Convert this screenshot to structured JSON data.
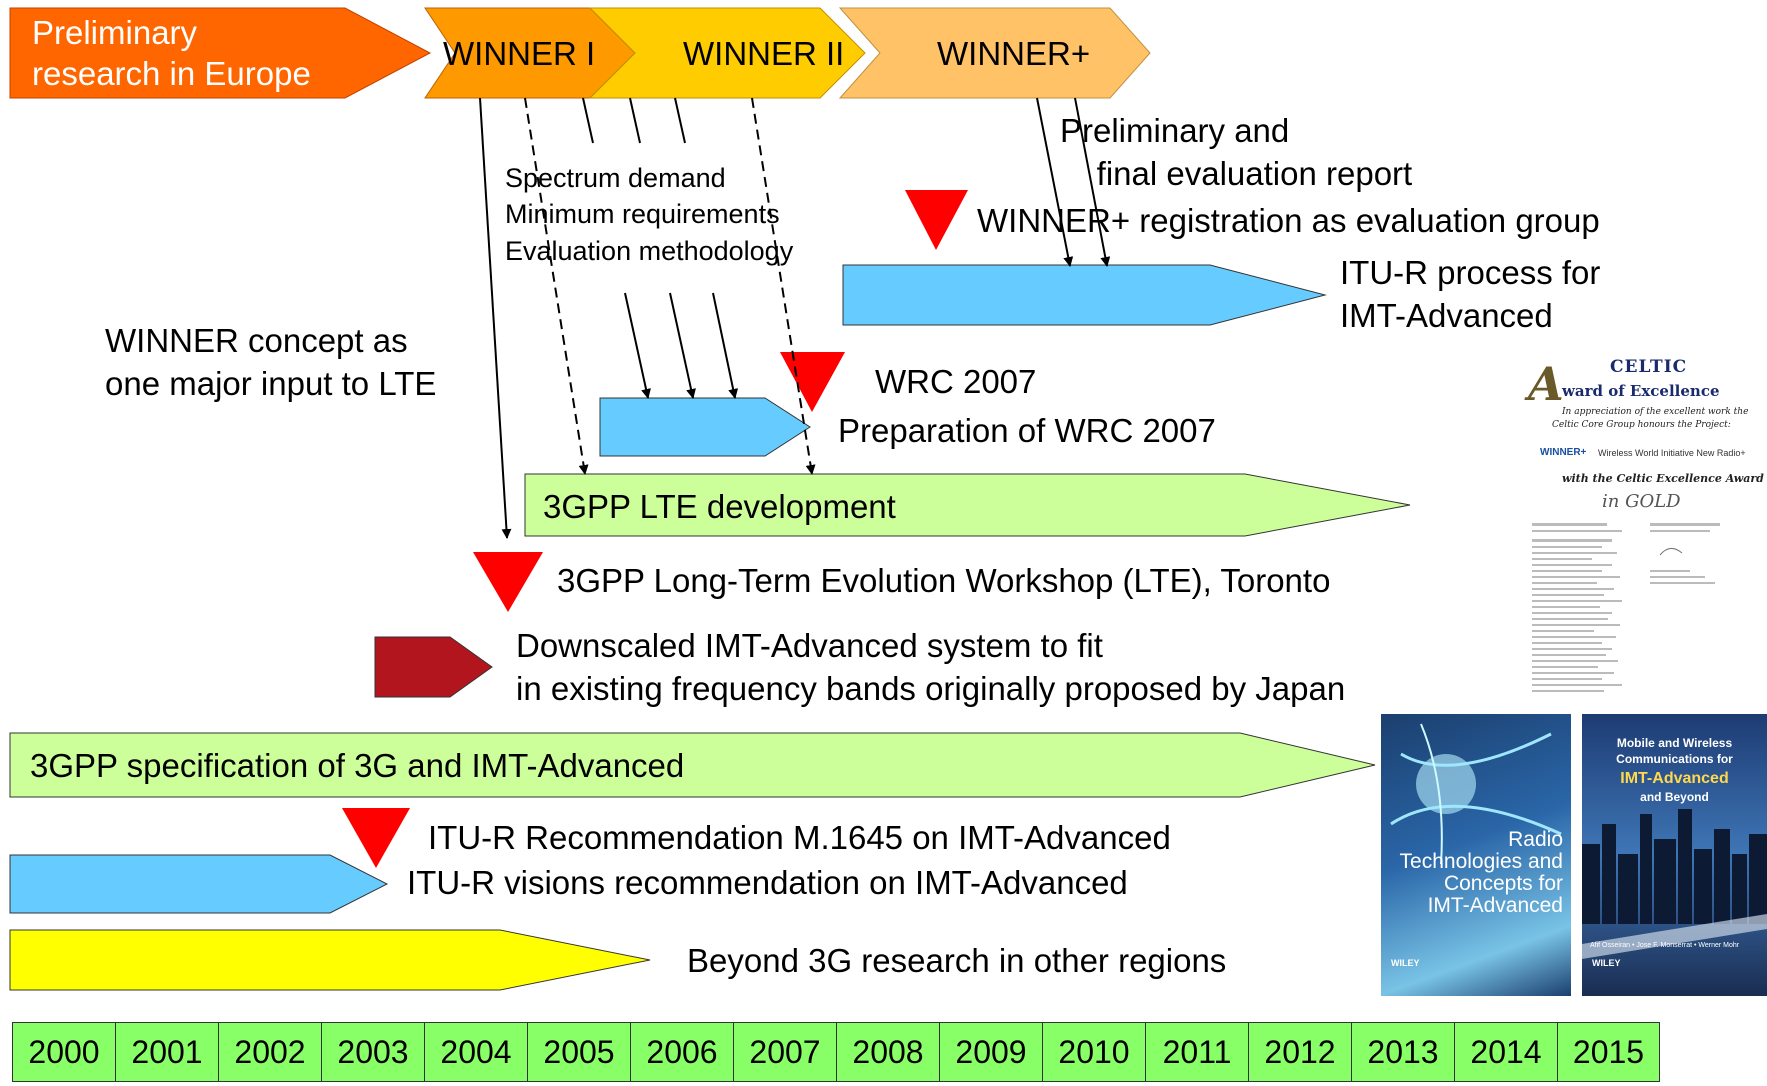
{
  "phases": {
    "preliminary": "Preliminary\nresearch in Europe",
    "winner1": "WINNER I",
    "winner2": "WINNER II",
    "winnerplus": "WINNER+"
  },
  "labels": {
    "prelim_eval": "Preliminary and\n    final evaluation report",
    "spectrum": "Spectrum demand\nMinimum requirements\nEvaluation methodology",
    "registration": "WINNER+ registration as evaluation group",
    "itu_process": "ITU-R process for\nIMT-Advanced",
    "winner_concept": "WINNER concept as\none major input to LTE",
    "wrc": "WRC 2007",
    "prep_wrc": "Preparation of WRC 2007",
    "lte_dev": "3GPP LTE development",
    "lte_workshop": "3GPP Long-Term Evolution Workshop (LTE), Toronto",
    "downscaled": "Downscaled IMT-Advanced system to fit\nin existing frequency bands originally proposed by Japan",
    "spec3g": "3GPP specification of 3G and IMT-Advanced",
    "m1645": "ITU-R Recommendation M.1645 on IMT-Advanced",
    "visions": "ITU-R visions recommendation on IMT-Advanced",
    "beyond3g": "Beyond 3G research in other regions"
  },
  "years": [
    "2000",
    "2001",
    "2002",
    "2003",
    "2004",
    "2005",
    "2006",
    "2007",
    "2008",
    "2009",
    "2010",
    "2011",
    "2012",
    "2013",
    "2014",
    "2015"
  ],
  "award": {
    "brand": "CELTIC",
    "title": "ward of Excellence",
    "initial": "A",
    "line1": "In appreciation of the excellent work the",
    "line2": "Celtic Core Group honours the Project:",
    "project": "WINNER+",
    "project_desc": "Wireless World Initiative New Radio+",
    "line3": "with the Celtic Excellence Award",
    "level": "in GOLD"
  },
  "book1": {
    "title": "Radio\nTechnologies and\nConcepts for\nIMT-Advanced",
    "publisher": "WILEY"
  },
  "book2": {
    "title_top": "Mobile and Wireless\nCommunications for",
    "title_main": "IMT-Advanced",
    "title_sub": "and Beyond",
    "editors": "Afif Osseiran • Jose F. Monserrat • Werner Mohr",
    "publisher": "WILEY"
  },
  "colors": {
    "orange_dark": "#ff6600",
    "orange": "#ff9900",
    "amber": "#ffcc00",
    "light_orange": "#ffc266",
    "blue": "#66ccff",
    "green_light": "#ccff99",
    "yellow": "#ffff00",
    "red": "#ff0000",
    "dark_red": "#b3151f",
    "year_green": "#88ff66"
  }
}
